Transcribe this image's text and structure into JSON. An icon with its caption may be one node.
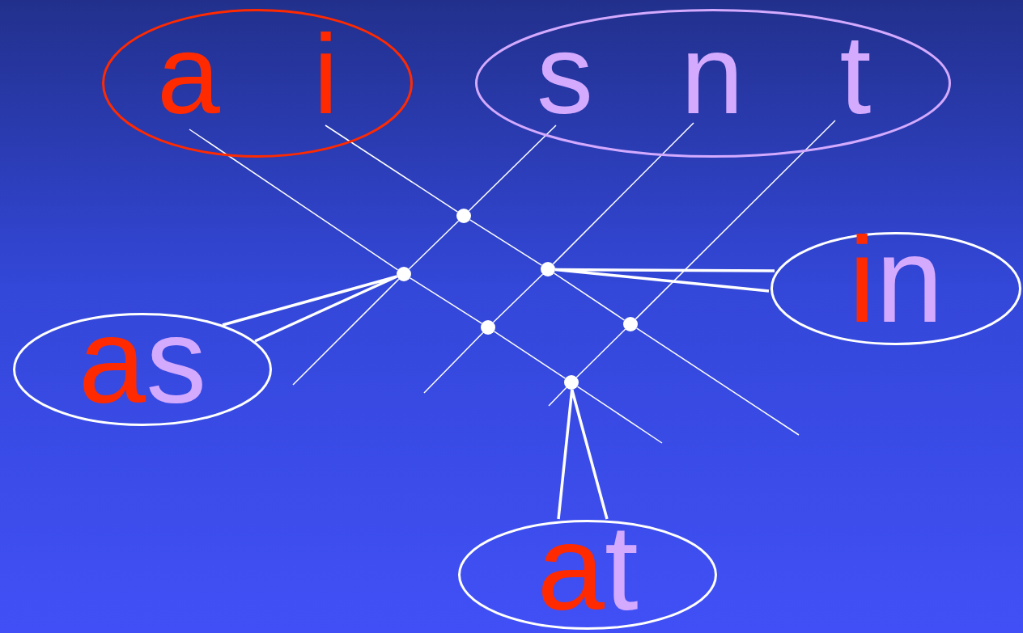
{
  "diagram": {
    "nodes": [
      {
        "text": [],
        "shape": "ellipse"
      },
      {
        "text": [
          "a"
        ],
        "in": 0
      },
      {
        "text": [
          "i"
        ],
        "in": 0
      },
      {
        "text": [],
        "shape": "ellipse"
      },
      {
        "text": [
          "s"
        ],
        "in": 3
      },
      {
        "text": [
          "n"
        ],
        "in": 3
      },
      {
        "text": [
          "t"
        ],
        "in": 3
      },
      {
        "text": [],
        "shape": "circle"
      },
      {
        "text": [],
        "shape": "circle"
      },
      {
        "text": [],
        "shape": "circle"
      },
      {
        "text": [],
        "shape": "circle"
      },
      {
        "text": [],
        "shape": "circle"
      },
      {
        "text": [],
        "shape": "circle"
      },
      {
        "text": [
          "in"
        ]
      },
      {
        "text": [
          "as"
        ]
      },
      {
        "text": [
          "at"
        ]
      }
    ],
    "edges": [
      {
        "from": 1,
        "to": 9,
        "arrow": "none"
      },
      {
        "from": 9,
        "to": 11,
        "arrow": "none"
      },
      {
        "from": 11,
        "to": 12,
        "arrow": "none"
      },
      {
        "from": 12,
        "to": null,
        "arrow": "none"
      },
      {
        "from": 2,
        "to": 7,
        "arrow": "none"
      },
      {
        "from": 7,
        "to": 8,
        "arrow": "none"
      },
      {
        "from": 8,
        "to": 10,
        "arrow": "none"
      },
      {
        "from": 10,
        "to": null,
        "arrow": "none"
      },
      {
        "from": 4,
        "to": 7,
        "arrow": "none"
      },
      {
        "from": 7,
        "to": 9,
        "arrow": "none"
      },
      {
        "from": 9,
        "to": null,
        "arrow": "none"
      },
      {
        "from": 5,
        "to": 8,
        "arrow": "none"
      },
      {
        "from": 8,
        "to": 11,
        "arrow": "none"
      },
      {
        "from": 11,
        "to": null,
        "arrow": "none"
      },
      {
        "from": 6,
        "to": 10,
        "arrow": "none"
      },
      {
        "from": 10,
        "to": 12,
        "arrow": "none"
      },
      {
        "from": 12,
        "to": null,
        "arrow": "none"
      },
      {
        "from": 13,
        "to": 8,
        "arrow": "none",
        "style": "thick"
      },
      {
        "from": 14,
        "to": 9,
        "arrow": "none",
        "style": "thick"
      },
      {
        "from": 15,
        "to": 12,
        "arrow": "none",
        "style": "thick"
      }
    ]
  }
}
